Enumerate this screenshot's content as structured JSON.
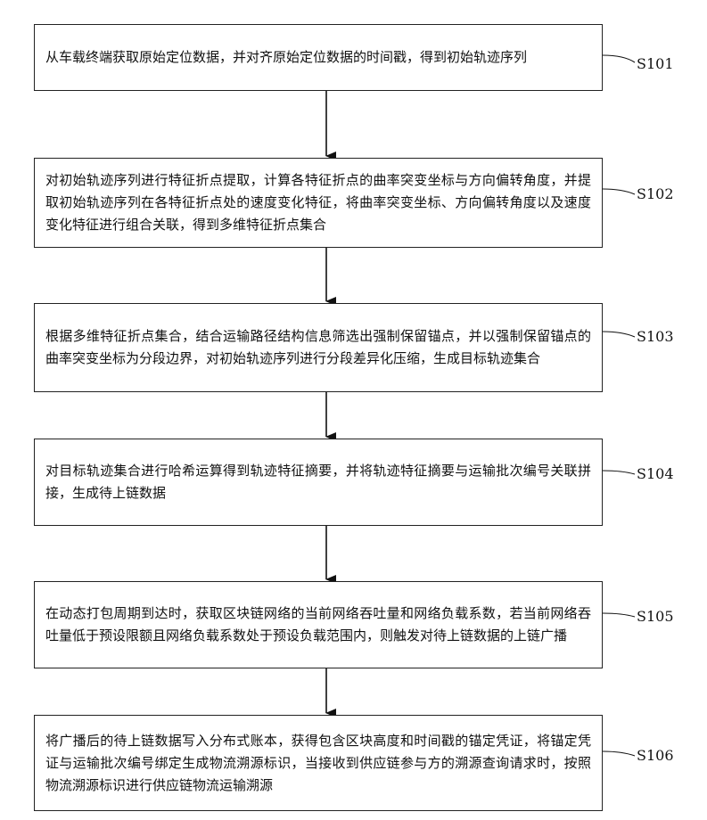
{
  "steps": [
    {
      "id": "S101",
      "label": "S101",
      "text": "从车载终端获取原始定位数据，并对齐原始定位数据的时间戳，得到初始轨迹序列"
    },
    {
      "id": "S102",
      "label": "S102",
      "text": "对初始轨迹序列进行特征折点提取，计算各特征折点的曲率突变坐标与方向偏转角度，并提取初始轨迹序列在各特征折点处的速度变化特征，将曲率突变坐标、方向偏转角度以及速度变化特征进行组合关联，得到多维特征折点集合"
    },
    {
      "id": "S103",
      "label": "S103",
      "text": "根据多维特征折点集合，结合运输路径结构信息筛选出强制保留锚点，并以强制保留锚点的曲率突变坐标为分段边界，对初始轨迹序列进行分段差异化压缩，生成目标轨迹集合"
    },
    {
      "id": "S104",
      "label": "S104",
      "text": "对目标轨迹集合进行哈希运算得到轨迹特征摘要，并将轨迹特征摘要与运输批次编号关联拼接，生成待上链数据"
    },
    {
      "id": "S105",
      "label": "S105",
      "text": "在动态打包周期到达时，获取区块链网络的当前网络吞吐量和网络负载系数，若当前网络吞吐量低于预设限额且网络负载系数处于预设负载范围内，则触发对待上链数据的上链广播"
    },
    {
      "id": "S106",
      "label": "S106",
      "text": "将广播后的待上链数据写入分布式账本，获得包含区块高度和时间戳的锚定凭证，将锚定凭证与运输批次编号绑定生成物流溯源标识，当接收到供应链参与方的溯源查询请求时，按照物流溯源标识进行供应链物流运输溯源"
    }
  ]
}
